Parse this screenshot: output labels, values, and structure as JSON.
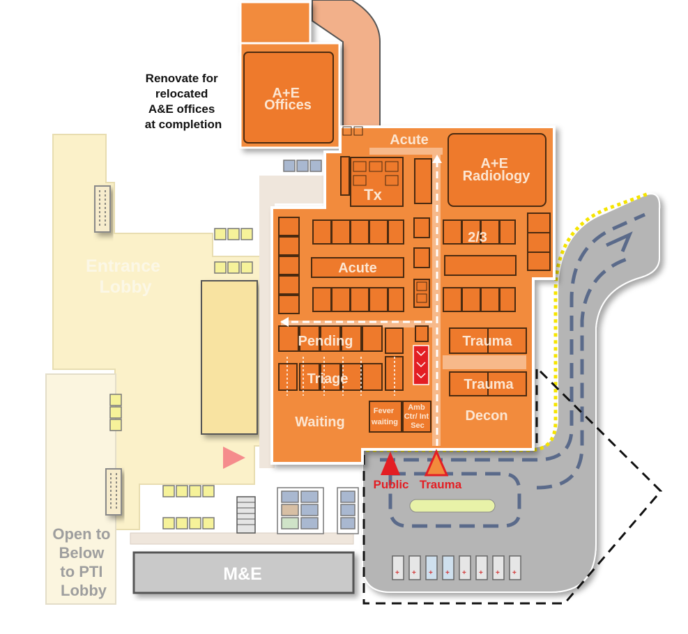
{
  "annotation": {
    "renovate_lines": [
      "Renovate for",
      "relocated",
      "A&E offices",
      "at completion"
    ]
  },
  "rooms": {
    "ae_offices": [
      "A+E",
      "Offices"
    ],
    "acute_top": "Acute",
    "ae_radiology": [
      "A+E",
      "Radiology"
    ],
    "tx": "Tx",
    "room_23": "2/3",
    "acute_mid": "Acute",
    "pending": "Pending",
    "triage": "Triage",
    "waiting": "Waiting",
    "fever_waiting": [
      "Fever",
      "waiting"
    ],
    "amb": [
      "Amb",
      "Ctr/ Int",
      "Sec"
    ],
    "trauma_upper": "Trauma",
    "trauma_lower": "Trauma",
    "decon": "Decon",
    "entrance_lobby": [
      "Entrance",
      "Lobby"
    ],
    "open_to_below": [
      "Open to",
      "Below",
      "to PTI",
      "Lobby"
    ],
    "me": "M&E"
  },
  "entrances": {
    "public": "Public",
    "trauma": "Trauma"
  },
  "colors": {
    "orange": "#F28B3C",
    "orange_light": "#F7B98A",
    "room_fill": "#EE7A2C",
    "room_stroke": "#4A2A10",
    "lobby": "#FBF1C9",
    "road": "#B8B8B8",
    "marker_red": "#E31E24",
    "route_yellow": "#F5E400",
    "dash_blue": "#5A6A8A"
  }
}
